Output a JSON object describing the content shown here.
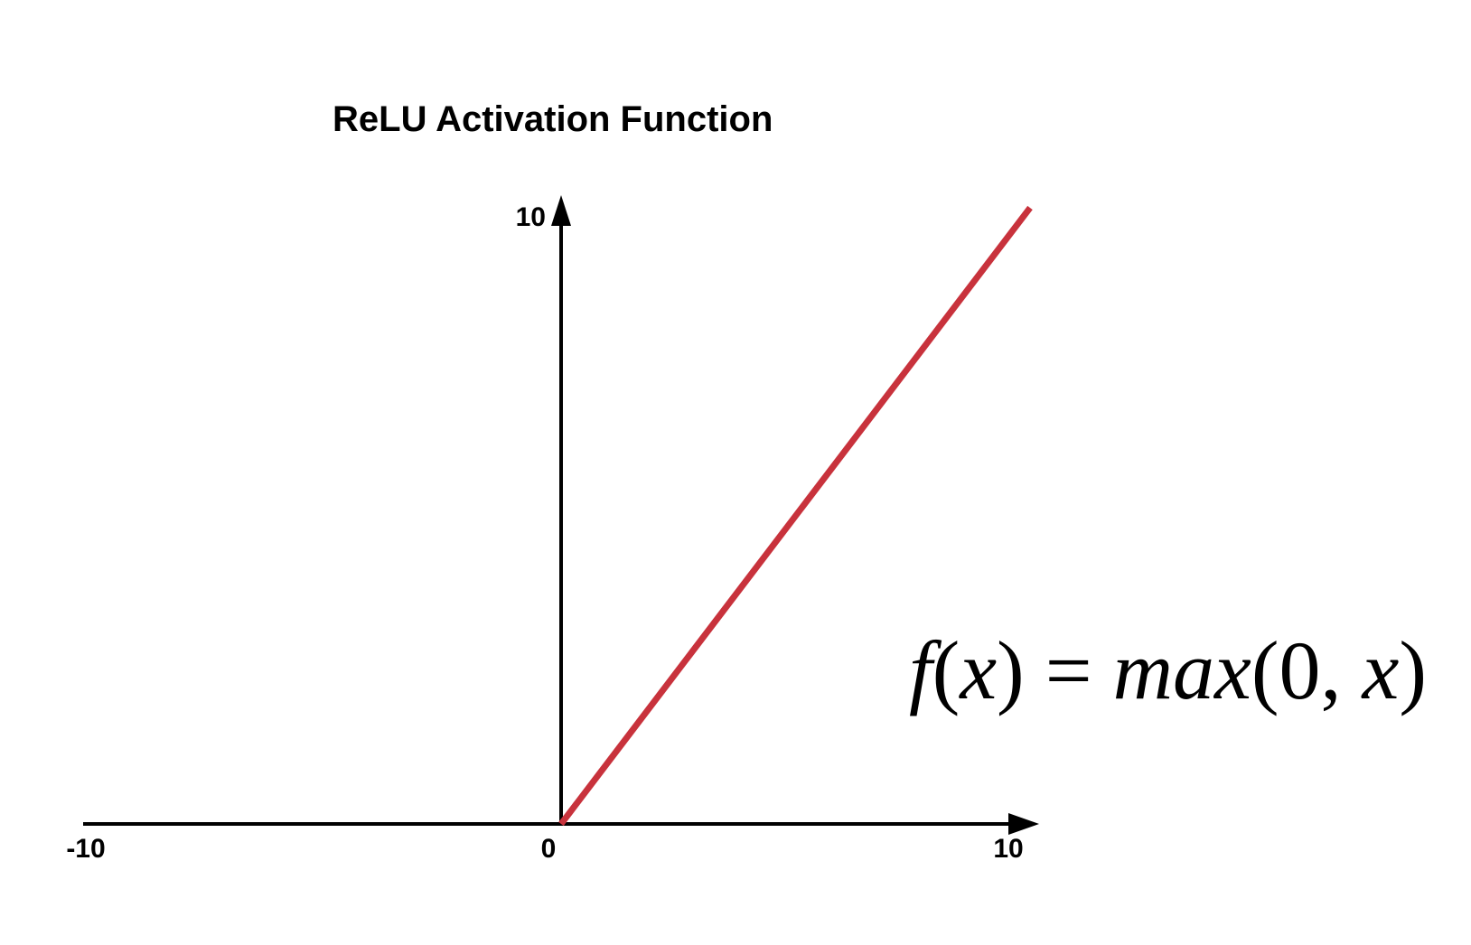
{
  "chart_data": {
    "type": "line",
    "title": "ReLU Activation Function",
    "xlabel": "",
    "ylabel": "",
    "xlim": [
      -10,
      10
    ],
    "ylim": [
      0,
      10
    ],
    "x_tick_labels": [
      "-10",
      "0",
      "10"
    ],
    "y_tick_labels": [
      "10"
    ],
    "grid": false,
    "series": [
      {
        "x": [
          -10,
          0,
          10
        ],
        "y": [
          0,
          0,
          10
        ],
        "color": "#c8323c"
      }
    ],
    "annotations": [
      {
        "formula": {
          "f": "f",
          "open1": "(",
          "x1": "x",
          "close1": ")",
          "eq": " = ",
          "max": "max",
          "open2": "(",
          "zero": "0",
          "comma": ", ",
          "x2": "x",
          "close2": ")"
        }
      }
    ]
  },
  "colors": {
    "axis": "#000000",
    "relu_line": "#c8323c",
    "background": "#ffffff"
  }
}
